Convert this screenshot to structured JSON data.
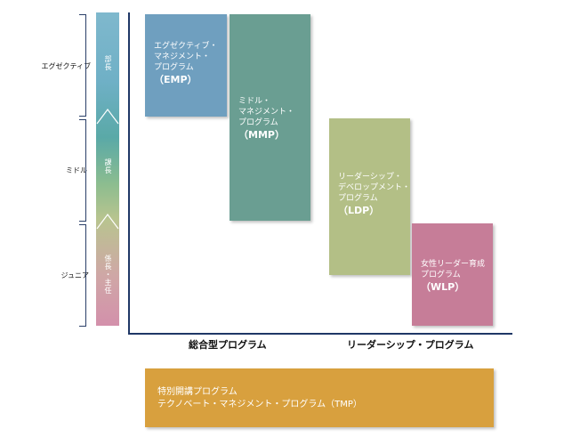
{
  "colors": {
    "axis": "#1f3766",
    "emp": "#6f9fbf",
    "mmp": "#6a9e92",
    "ldp": "#b3bf86",
    "wlp": "#c67d98",
    "tmp": "#d8a03e"
  },
  "levels": [
    {
      "label": "エグゼクティブ",
      "rank": "部長"
    },
    {
      "label": "ミドル",
      "rank": "課長"
    },
    {
      "label": "ジュニア",
      "rank": "係長・主任"
    }
  ],
  "programs": {
    "emp": {
      "lines": [
        "エグゼクティブ・",
        "マネジメント・",
        "プログラム"
      ],
      "abbr": "（EMP）"
    },
    "mmp": {
      "lines": [
        "ミドル・",
        "マネジメント・",
        "プログラム"
      ],
      "abbr": "（MMP）"
    },
    "ldp": {
      "lines": [
        "リーダーシップ・",
        "デベロップメント・",
        "プログラム"
      ],
      "abbr": "（LDP）"
    },
    "wlp": {
      "lines": [
        "女性リーダー育成",
        "プログラム"
      ],
      "abbr": "（WLP）"
    }
  },
  "categories": {
    "general": "総合型プログラム",
    "leadership": "リーダーシップ・プログラム"
  },
  "special": {
    "line1": "特別開講プログラム",
    "line2": "テクノベート・マネジメント・プログラム（TMP）"
  }
}
